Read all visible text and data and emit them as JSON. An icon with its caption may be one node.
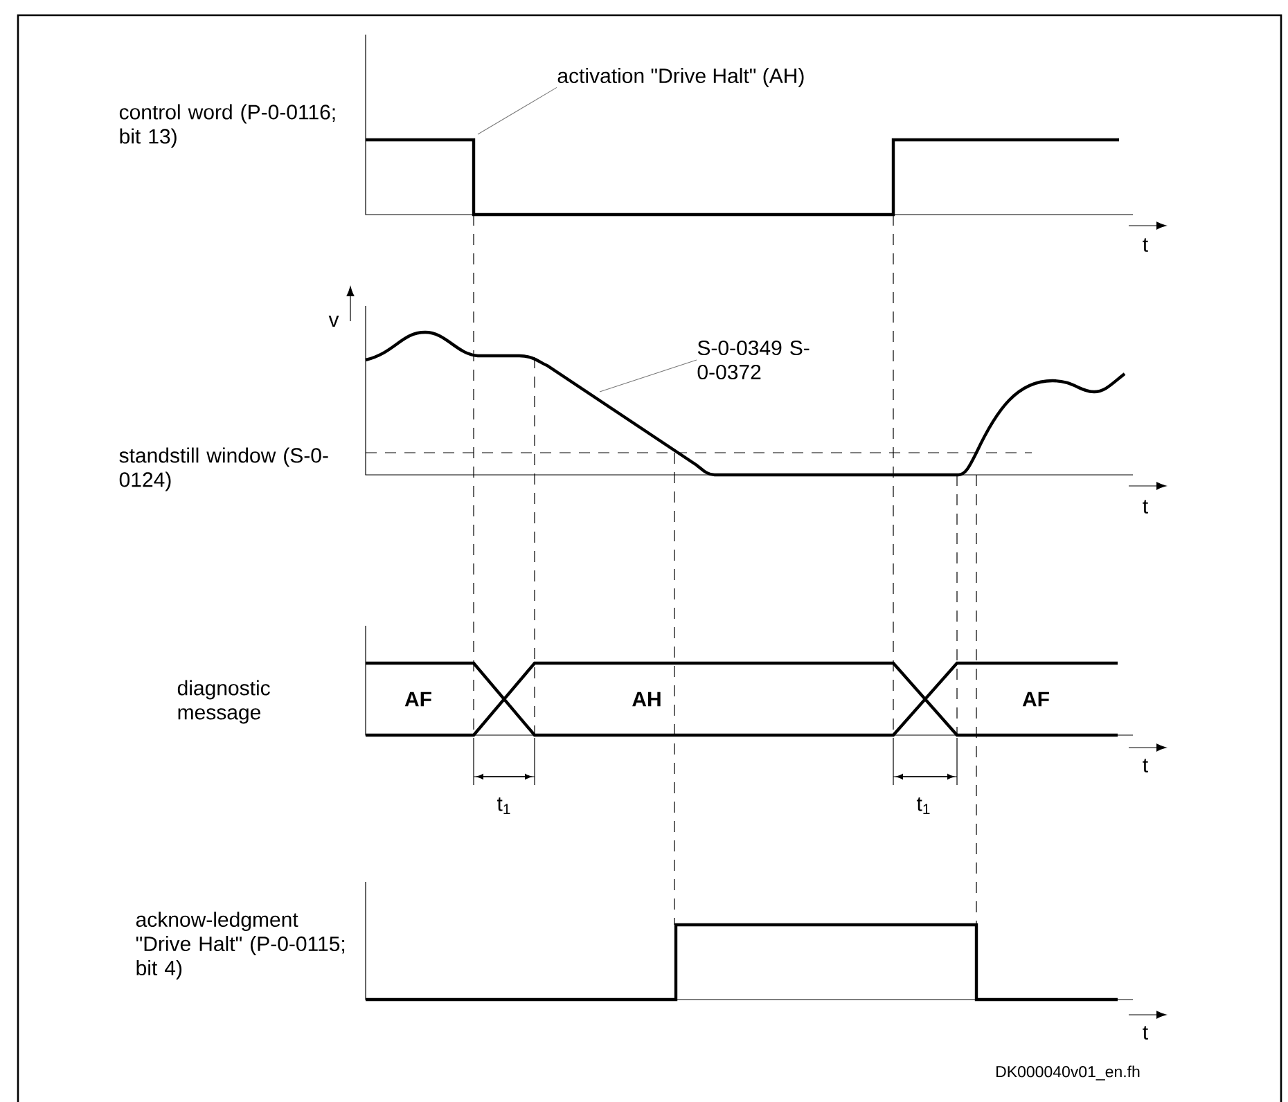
{
  "diagram": {
    "nodes": [
      {
        "text": [
          "activation \"Drive Halt\" (AH)"
        ]
      },
      {
        "text": [
          "S-0-0349 S-0-0372"
        ]
      }
    ],
    "edges": [
      {
        "from": 0,
        "to": null,
        "arrow": "none",
        "color": "#777777"
      },
      {
        "from": 1,
        "to": null,
        "arrow": "none",
        "color": "#777777"
      }
    ],
    "labels": [
      "control word (P-0-0116; bit 13)",
      "t",
      "v",
      "standstill window (S-0-0124)",
      "t",
      "diagnostic message",
      "AF",
      "AH",
      "AF",
      "t",
      "t$_{1}$",
      "t$_{1}$",
      "acknow-ledgment \"Drive Halt\" (P-0-0115; bit 4)",
      "t",
      "DK000040v01_en.fh"
    ]
  }
}
